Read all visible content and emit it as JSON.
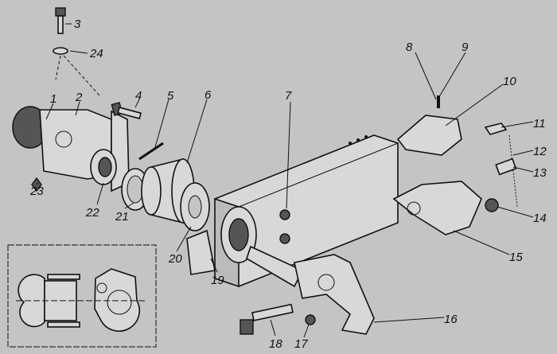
{
  "diagram": {
    "type": "exploded-view",
    "callouts": [
      {
        "id": "3",
        "text": "3"
      },
      {
        "id": "24",
        "text": "24"
      },
      {
        "id": "1",
        "text": "1"
      },
      {
        "id": "2",
        "text": "2"
      },
      {
        "id": "4",
        "text": "4"
      },
      {
        "id": "5",
        "text": "5"
      },
      {
        "id": "6",
        "text": "6"
      },
      {
        "id": "7",
        "text": "7"
      },
      {
        "id": "8",
        "text": "8"
      },
      {
        "id": "9",
        "text": "9"
      },
      {
        "id": "10",
        "text": "10"
      },
      {
        "id": "11",
        "text": "11"
      },
      {
        "id": "12",
        "text": "12"
      },
      {
        "id": "13",
        "text": "13"
      },
      {
        "id": "14",
        "text": "14"
      },
      {
        "id": "15",
        "text": "15"
      },
      {
        "id": "16",
        "text": "16"
      },
      {
        "id": "17",
        "text": "17"
      },
      {
        "id": "18",
        "text": "18"
      },
      {
        "id": "19",
        "text": "19"
      },
      {
        "id": "20",
        "text": "20"
      },
      {
        "id": "21",
        "text": "21"
      },
      {
        "id": "22",
        "text": "22"
      },
      {
        "id": "23",
        "text": "23"
      }
    ]
  }
}
